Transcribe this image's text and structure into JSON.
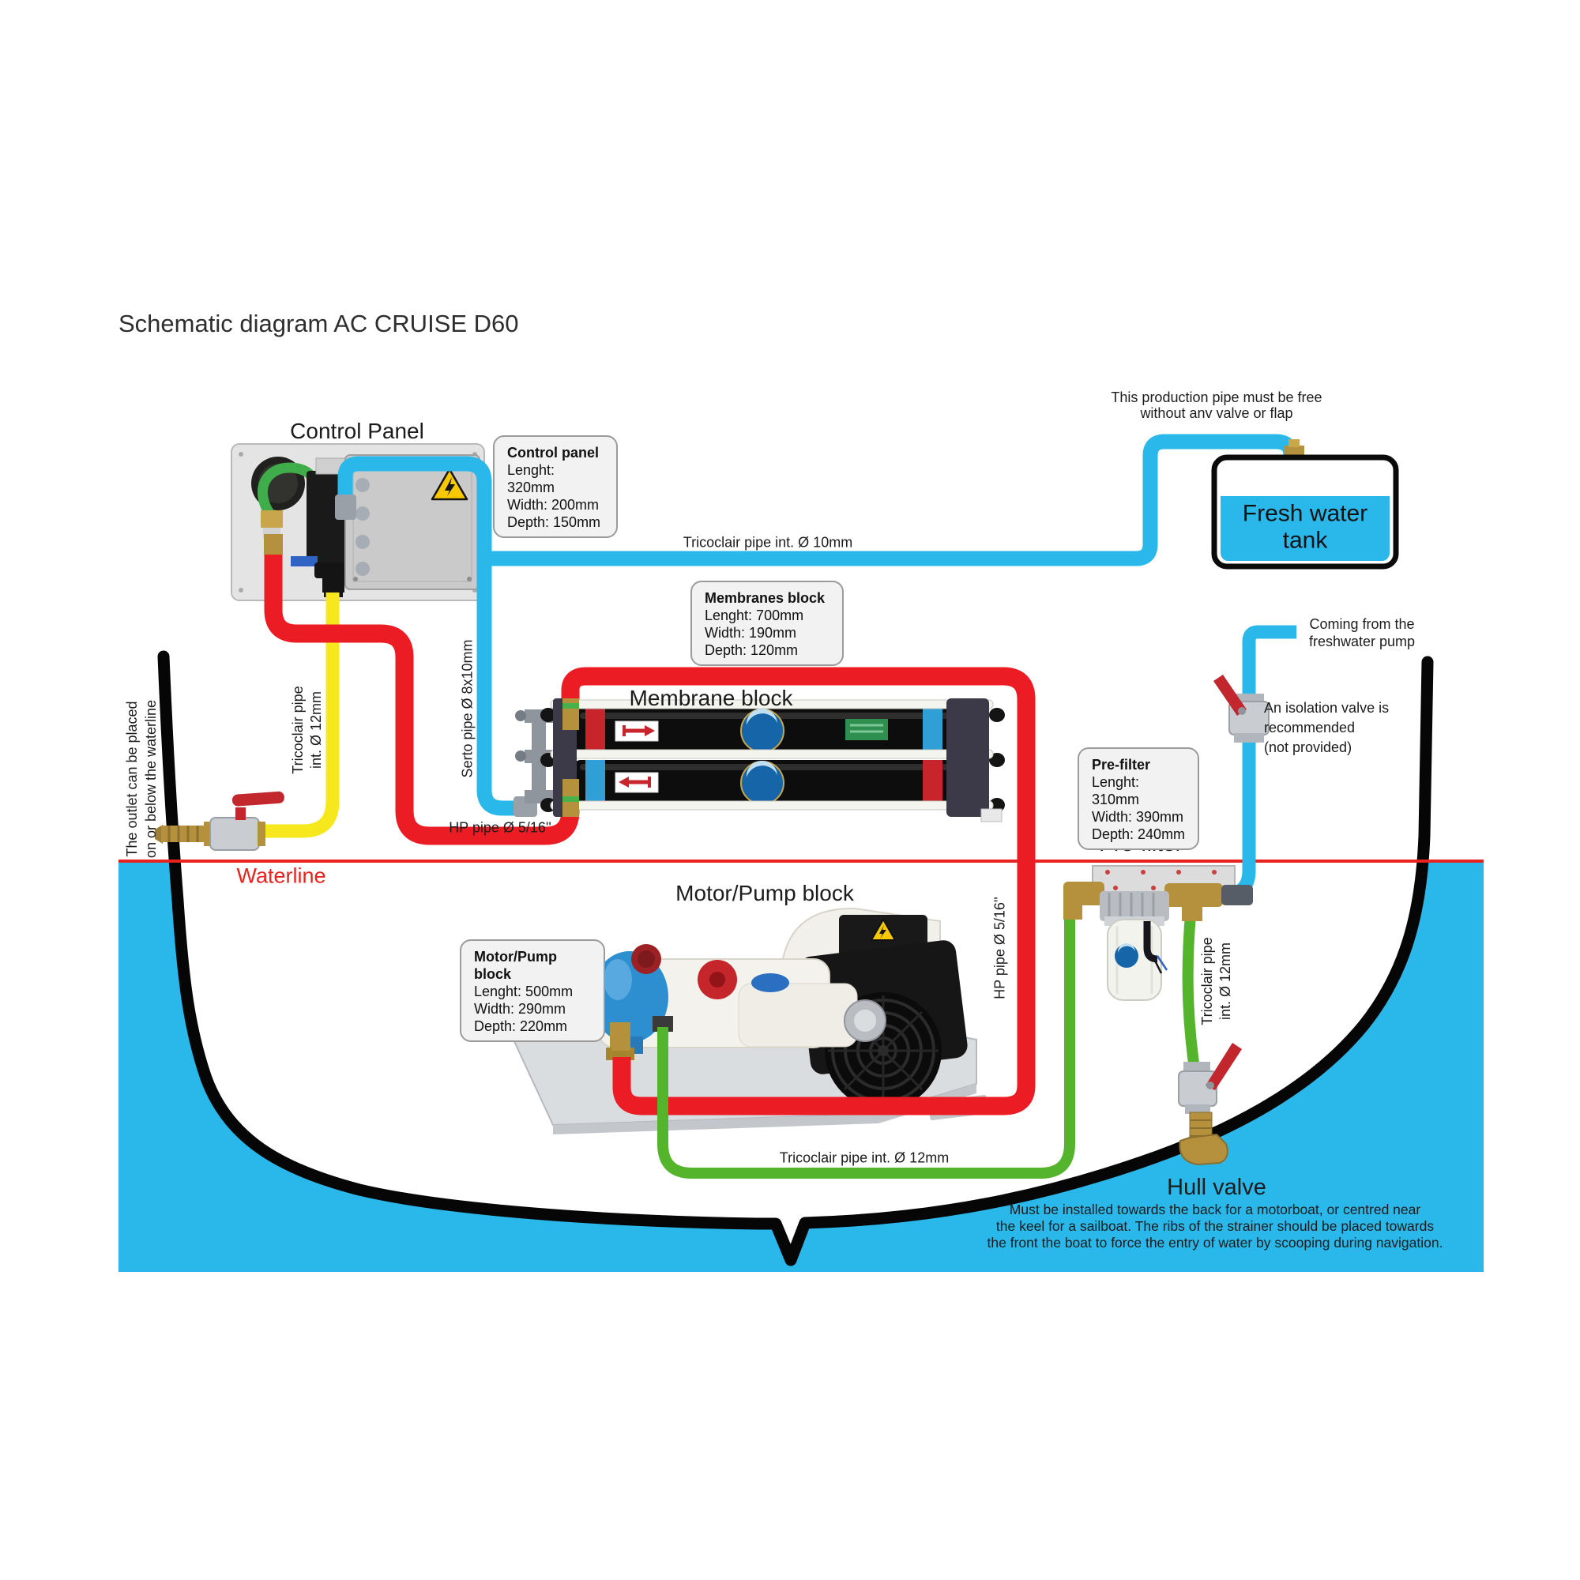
{
  "title": "Schematic diagram AC CRUISE D60",
  "labels": {
    "control_panel": "Control Panel",
    "membrane_block": "Membrane block",
    "motor_pump_block": "Motor/Pump block",
    "pre_filter": "Pre-filter",
    "hull_valve": "Hull valve",
    "fresh_water_tank": "Fresh water tank",
    "waterline": "Waterline"
  },
  "info_boxes": {
    "control_panel": {
      "title": "Control panel",
      "lines": [
        "Lenght: 320mm",
        "Width: 200mm",
        "Depth: 150mm"
      ]
    },
    "membranes_block": {
      "title": "Membranes block",
      "lines": [
        "Lenght: 700mm",
        "Width: 190mm",
        "Depth: 120mm"
      ]
    },
    "pre_filter": {
      "title": "Pre-filter",
      "lines": [
        "Lenght: 310mm",
        "Width: 390mm",
        "Depth: 240mm"
      ]
    },
    "motor_pump_block": {
      "title": "Motor/Pump block",
      "lines": [
        "Lenght: 500mm",
        "Width: 290mm",
        "Depth: 220mm"
      ]
    }
  },
  "pipe_labels": {
    "production": "Tricoclair pipe int. Ø 10mm",
    "serto": "Serto pipe Ø 8x10mm",
    "hp_membrane": "HP pipe Ø 5/16''",
    "hp_pump": "HP pipe Ø 5/16''",
    "suction_bottom": "Tricoclair pipe int. Ø 12mm",
    "outlet": [
      "Tricoclair pipe",
      "int. Ø 12mm"
    ],
    "intake": [
      "Tricoclair pipe",
      "int. Ø 12mm"
    ]
  },
  "notes": {
    "production": [
      "This production pipe must be free",
      "without anv valve or flap"
    ],
    "coming_from": [
      "Coming from the",
      "freshwater pump"
    ],
    "isolation": [
      "An isolation valve is",
      "recommended",
      "(not provided)"
    ],
    "outlet": [
      "The outlet can be placed",
      "on or below the waterline"
    ],
    "hull_valve": [
      "Must be installed towards the back for a motorboat, or centred near",
      "the keel for a sailboat. The ribs of the strainer should be placed towards",
      "the front the boat to force the entry of water by scooping during navigation."
    ]
  },
  "colors": {
    "freshwater_pipe": "#2ab7e9",
    "hp_pipe": "#ec1c24",
    "outlet_pipe": "#f6e81c",
    "seawater_pipe": "#54b42c",
    "water": "#2ab7e9",
    "waterline": "#e8231f"
  }
}
